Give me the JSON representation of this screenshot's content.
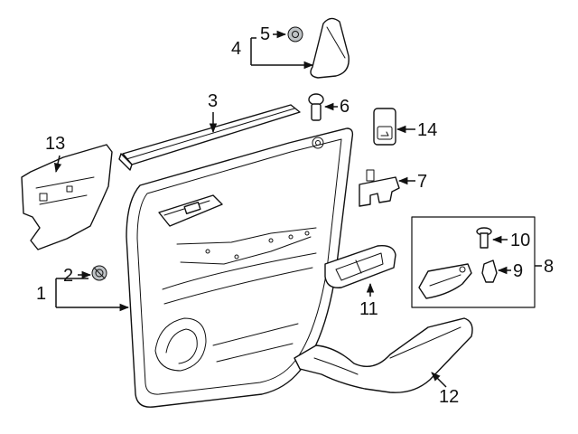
{
  "callouts": {
    "c1": "1",
    "c2": "2",
    "c3": "3",
    "c4": "4",
    "c5": "5",
    "c6": "6",
    "c7": "7",
    "c8": "8",
    "c9": "9",
    "c10": "10",
    "c11": "11",
    "c12": "12",
    "c13": "13",
    "c14": "14"
  },
  "colors": {
    "line": "#111111",
    "shade": "#bfc3c6",
    "background": "#ffffff"
  }
}
